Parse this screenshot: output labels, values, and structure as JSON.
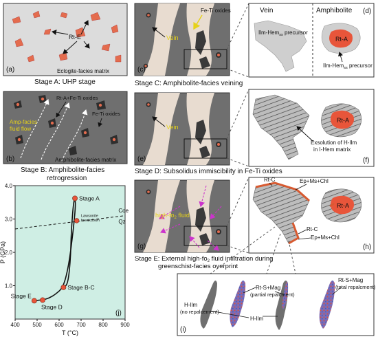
{
  "panels": {
    "a": {
      "letter": "(a)",
      "label_rte": "Rt-E",
      "matrix": "Eclogite-facies matrix",
      "caption": "Stage A:  UHP stage"
    },
    "b": {
      "letter": "(b)",
      "label_rta": "Rt-A+Fe-Ti oxides",
      "label_feti": "Fe-Ti oxides",
      "fluid_1": "Amp-facies",
      "fluid_2": "fluid flow",
      "matrix": "Amphibolite-facies matrix",
      "caption_1": "Stage B:  Amphibolite-facies",
      "caption_2": "retrogression"
    },
    "c": {
      "letter": "(c)",
      "label_feti": "Fe-Ti oxides",
      "label_vein": "Vein",
      "caption": "Stage C:  Amphibolite-facies veining"
    },
    "d": {
      "letter": "(d)",
      "title_vein": "Vein",
      "title_amph": "Amphibolite",
      "precursor_1": "Ilm-Hem",
      "precursor_1_sub": "ss",
      "precursor_1_tail": " precursor",
      "rta": "Rt-A",
      "precursor_2": "Ilm-Hem",
      "precursor_2_sub": "ss",
      "precursor_2_tail": " precursor"
    },
    "e": {
      "letter": "(e)",
      "label_vein": "Vein",
      "caption": "Stage D:  Subsolidus immiscibility in Fe-Ti oxides"
    },
    "f": {
      "letter": "(f)",
      "rta": "Rt-A",
      "exsol_1": "Exsolution of H-Ilm",
      "exsol_2": "in I-Hem matrix"
    },
    "g": {
      "letter": "(g)",
      "fluid": "high-fo",
      "fluid_sub": "2",
      "fluid_tail": " fluid",
      "caption_1": "Stage E:  External high-fo",
      "caption_sub": "2",
      "caption_tail": " fluid infiltration during",
      "caption_2": "greenschist-facies overprint"
    },
    "h": {
      "letter": "(h)",
      "rtc_1": "Rt-C",
      "ep_1": "Ep+Ms+Chl",
      "rta": "Rt-A",
      "rtc_2": "Rt-C",
      "ep_2": "Ep+Ms+Chl"
    },
    "i": {
      "letter": "(i)",
      "hilm_1": "H-Ilm",
      "hilm_1b": "(no repalcement)",
      "rts_1": "Rt-S+Mag",
      "rts_1b": "(partial repalcment)",
      "rts_2": "Rt-S+Mag",
      "rts_2b": "(total repalcment)",
      "hilm_2": "H-Ilm"
    },
    "j": {
      "letter": "(j)"
    }
  },
  "chart_data": {
    "type": "line",
    "xlabel": "T (°C)",
    "ylabel": "P (GPa)",
    "xlim": [
      400,
      900
    ],
    "ylim": [
      0,
      4
    ],
    "x_ticks": [
      400,
      500,
      600,
      700,
      800,
      900
    ],
    "y_ticks": [
      1.0,
      2.0,
      3.0,
      4.0
    ],
    "background": "#cfeee4",
    "series": [
      {
        "name": "P-T path",
        "points": [
          [
            480,
            0.55
          ],
          [
            525,
            0.57
          ],
          [
            555,
            0.63
          ],
          [
            585,
            0.75
          ],
          [
            620,
            0.96
          ],
          [
            645,
            1.65
          ],
          [
            665,
            2.7
          ],
          [
            675,
            3.4
          ],
          [
            672,
            3.62
          ],
          [
            665,
            3.48
          ],
          [
            655,
            2.6
          ],
          [
            652,
            1.8
          ],
          [
            640,
            1.05
          ],
          [
            620,
            0.95
          ]
        ]
      },
      {
        "name": "Coe-Qz",
        "style": "dashed",
        "points": [
          [
            400,
            2.7
          ],
          [
            900,
            3.1
          ]
        ]
      }
    ],
    "stages": [
      {
        "label": "Stage A",
        "x": 672,
        "y": 3.62
      },
      {
        "label": "Stage B-C",
        "x": 620,
        "y": 0.95
      },
      {
        "label": "Stage D",
        "x": 525,
        "y": 0.57
      },
      {
        "label": "Stage E",
        "x": 487,
        "y": 0.55
      }
    ],
    "annotations": [
      {
        "text": "Lawsonite",
        "x": 700,
        "y": 3.06
      },
      {
        "text": "breakdown",
        "x": 700,
        "y": 2.93
      },
      {
        "text": "Coe",
        "x": 870,
        "y": 3.2
      },
      {
        "text": "Qz",
        "x": 870,
        "y": 2.87
      }
    ],
    "point_marker": {
      "x": 680,
      "y": 2.95
    },
    "colors": {
      "stage_dot": "#e8553a",
      "path": "#000000"
    }
  }
}
